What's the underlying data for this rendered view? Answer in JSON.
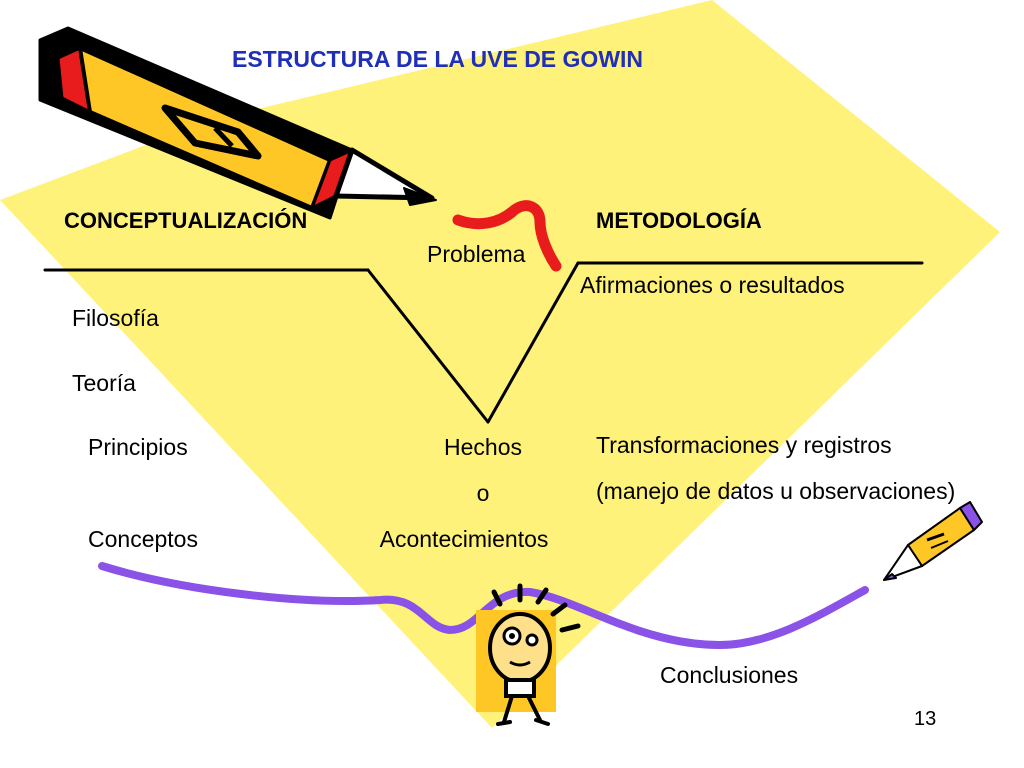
{
  "colors": {
    "background": "#ffffff",
    "diamond_fill": "#fff27a",
    "title": "#1f2fb8",
    "text": "#000000",
    "purple_curve": "#8a52e6",
    "pencil_body": "#ffc726",
    "pencil_red": "#e81c1c",
    "pencil_outline": "#000000"
  },
  "icons": [
    "pencil-icon",
    "small-pencil-icon",
    "lightbulb-character-icon"
  ],
  "diagram": {
    "title": "ESTRUCTURA  DE LA UVE DE GOWIN",
    "left_heading": "CONCEPTUALIZACIÓN",
    "right_heading": "METODOLOGÍA",
    "center_top": "Problema",
    "left_items": [
      "Filosofía",
      "Teoría",
      "Principios",
      "Conceptos"
    ],
    "center_bottom": [
      "Hechos",
      "o",
      "Acontecimientos"
    ],
    "right_items": [
      "Afirmaciones o resultados",
      "Transformaciones  y registros",
      "(manejo de datos u observaciones)"
    ],
    "bottom_label": "Conclusiones"
  },
  "page_number": "13"
}
